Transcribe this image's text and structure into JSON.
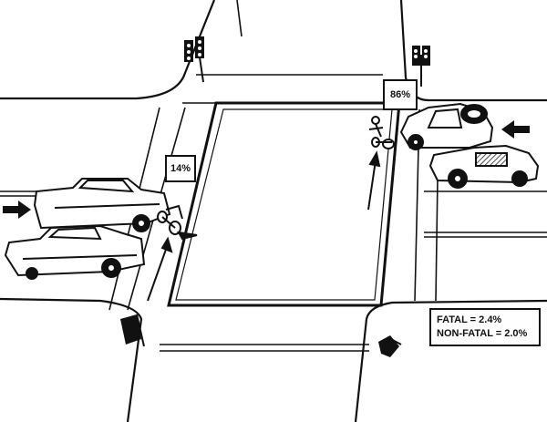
{
  "diagram": {
    "labels": {
      "left_approach": "14%",
      "right_approach": "86%"
    },
    "stats": {
      "fatal": "FATAL = 2.4%",
      "non_fatal": "NON-FATAL = 2.0%"
    },
    "colors": {
      "ink": "#111111",
      "paper": "#ffffff"
    },
    "icons": [
      "traffic-light-icon",
      "arrow-icon",
      "car-icon",
      "motorcycle-icon",
      "rider-icon"
    ]
  }
}
